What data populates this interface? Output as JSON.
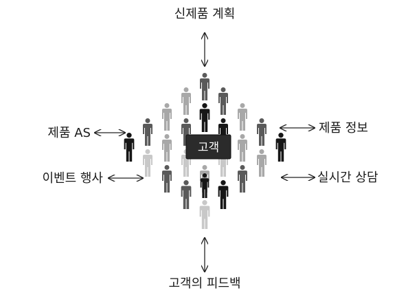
{
  "diagram": {
    "center": "고객",
    "labels": {
      "top": "신제품 계획",
      "bottom": "고객의 피드백",
      "left_upper": "제품 AS",
      "left_lower": "이벤트 행사",
      "right_upper": "제품 정보",
      "right_lower": "실시간 상담"
    },
    "colors": {
      "dark": "#161616",
      "mid": "#5a5a5a",
      "light": "#a8a8a8",
      "lighter": "#c8c8c8",
      "center_box": "#2b2b2b"
    }
  }
}
